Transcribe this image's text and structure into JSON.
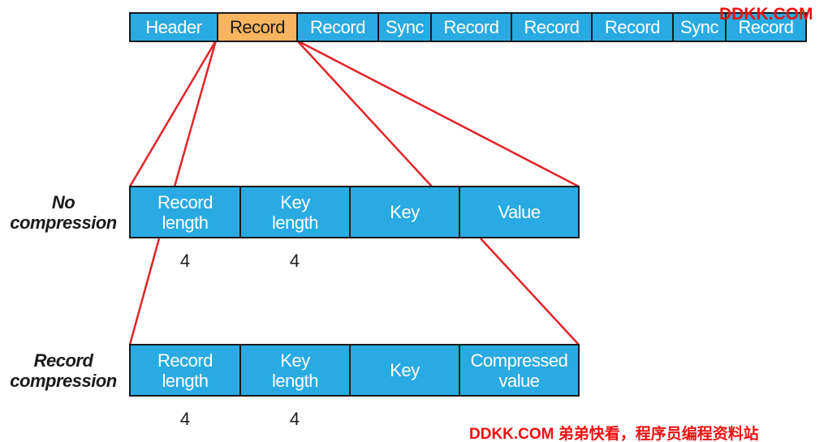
{
  "watermark_top": "DDKK.COM",
  "watermark_bottom": "DDKK.COM 弟弟快看，程序员编程资料站",
  "top_row": [
    "Header",
    "Record",
    "Record",
    "Sync",
    "Record",
    "Record",
    "Record",
    "Sync",
    "Record"
  ],
  "highlighted_cell": "Record",
  "no_compression": {
    "label": "No\ncompression",
    "cells": [
      "Record\nlength",
      "Key\nlength",
      "Key",
      "Value"
    ],
    "sizes": [
      "4",
      "4"
    ]
  },
  "record_compression": {
    "label": "Record\ncompression",
    "cells": [
      "Record\nlength",
      "Key\nlength",
      "Key",
      "Compressed\nvalue"
    ],
    "sizes": [
      "4",
      "4"
    ]
  },
  "colors": {
    "cell_fill": "#29aae2",
    "highlight_fill": "#f8b45e",
    "connector": "#e0242a",
    "border": "#1a1a1a"
  }
}
